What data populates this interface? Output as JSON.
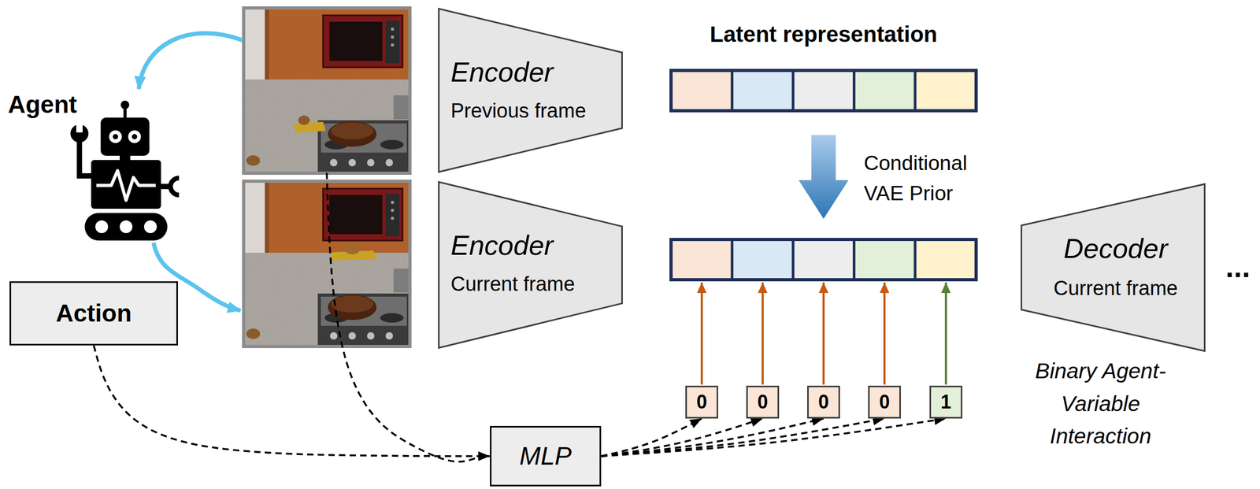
{
  "diagram": {
    "nodes": [
      {
        "text": [
          "Encoder",
          "Previous frame"
        ]
      },
      {
        "text": [
          "Encoder",
          "Current frame"
        ]
      },
      {
        "text": [
          "Action"
        ]
      },
      {
        "text": [
          "Decoder",
          "Current frame"
        ]
      },
      {
        "text": [
          "0"
        ]
      },
      {
        "text": [
          "0"
        ]
      },
      {
        "text": [
          "0"
        ]
      },
      {
        "text": [
          "0"
        ]
      },
      {
        "text": [
          "1"
        ]
      },
      {
        "text": [
          "MLP"
        ]
      }
    ],
    "edges": [
      {
        "from": 2,
        "to": 9,
        "arrow": "to"
      },
      {
        "from": 9,
        "to": 4,
        "arrow": "to"
      },
      {
        "from": 9,
        "to": 5,
        "arrow": "to"
      },
      {
        "from": 9,
        "to": 6,
        "arrow": "to"
      },
      {
        "from": 9,
        "to": 7,
        "arrow": "to"
      },
      {
        "from": 9,
        "to": 8,
        "arrow": "to"
      }
    ],
    "labels": [
      "Agent",
      "Latent representation",
      "Conditional VAE Prior",
      "Binary Agent-Variable Interaction",
      "..."
    ]
  }
}
